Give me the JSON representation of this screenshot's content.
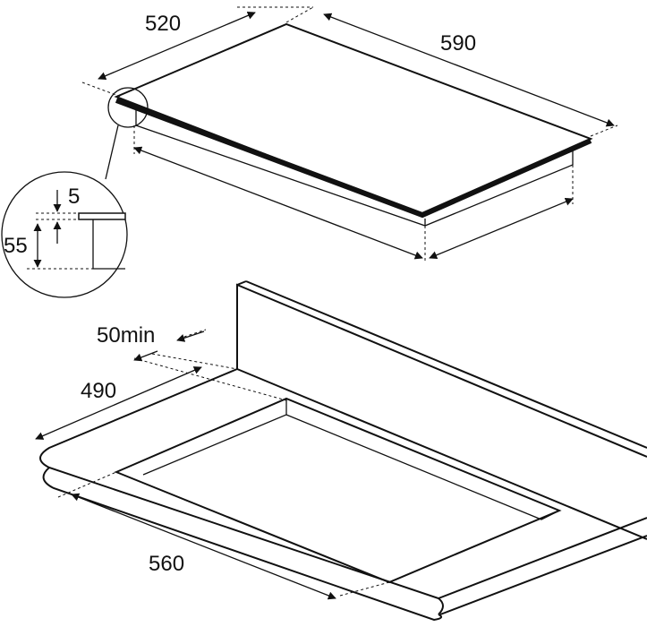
{
  "labels": {
    "hob_depth": "520",
    "hob_width": "590",
    "glass_thickness": "5",
    "hob_height": "55",
    "min_clearance": "50min",
    "cutout_depth": "490",
    "cutout_width": "560"
  }
}
